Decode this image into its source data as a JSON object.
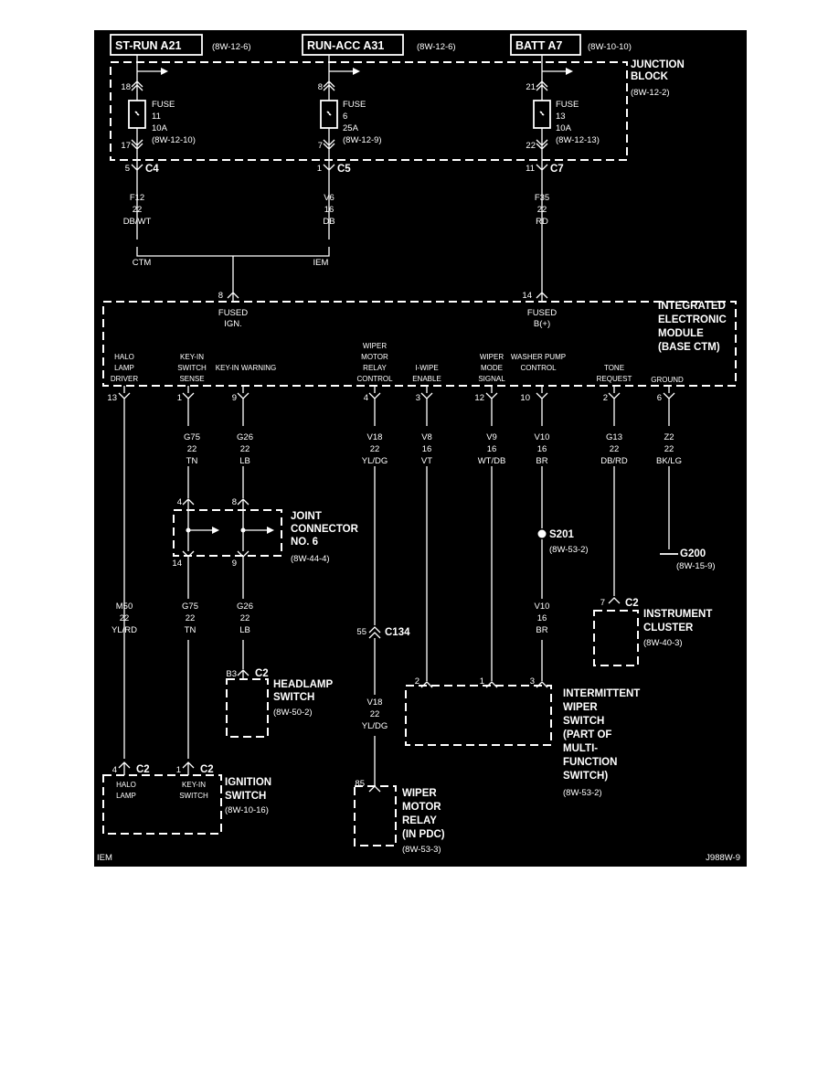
{
  "diagram": {
    "sources": [
      {
        "name": "ST-RUN A21",
        "ref": "(8W-12-6)"
      },
      {
        "name": "RUN-ACC A31",
        "ref": "(8W-12-6)"
      },
      {
        "name": "BATT A7",
        "ref": "(8W-10-10)"
      }
    ],
    "junction_block": {
      "title": "JUNCTION BLOCK",
      "ref": "(8W-12-2)"
    },
    "fuses": [
      {
        "pin_in": "18",
        "label": "FUSE",
        "number": "11",
        "rating": "10A",
        "ref": "(8W-12-10)",
        "pin_out": "17",
        "connector_pin": "5",
        "connector": "C4",
        "wire": "F12",
        "gauge": "22",
        "color": "DB/WT"
      },
      {
        "pin_in": "8",
        "label": "FUSE",
        "number": "6",
        "rating": "25A",
        "ref": "(8W-12-9)",
        "pin_out": "7",
        "connector_pin": "1",
        "connector": "C5",
        "wire": "V6",
        "gauge": "16",
        "color": "DB"
      },
      {
        "pin_in": "21",
        "label": "FUSE",
        "number": "13",
        "rating": "10A",
        "ref": "(8W-12-13)",
        "pin_out": "22",
        "connector_pin": "11",
        "connector": "C7",
        "wire": "F35",
        "gauge": "22",
        "color": "RD"
      }
    ],
    "split": {
      "left": "CTM",
      "right": "IEM"
    },
    "module": {
      "title": "INTEGRATED ELECTRONIC MODULE (BASE CTM)",
      "fused_ign": {
        "pin": "8",
        "label": "FUSED IGN."
      },
      "fused_batt": {
        "pin": "14",
        "label": "FUSED B(+)"
      },
      "pins": [
        {
          "label": "HALO LAMP DRIVER",
          "pin": "13"
        },
        {
          "label": "KEY-IN SWITCH SENSE",
          "pin": "1"
        },
        {
          "label": "KEY-IN WARNING",
          "pin": "9"
        },
        {
          "label": "WIPER MOTOR RELAY CONTROL",
          "pin": "4"
        },
        {
          "label": "I-WIPE ENABLE",
          "pin": "3"
        },
        {
          "label": "WIPER MODE SIGNAL",
          "pin": "12"
        },
        {
          "label": "WASHER PUMP CONTROL",
          "pin": "10"
        },
        {
          "label": "TONE REQUEST",
          "pin": "2"
        },
        {
          "label": "GROUND",
          "pin": "6"
        }
      ]
    },
    "module_wires": [
      {
        "wire": "G75",
        "gauge": "22",
        "color": "TN"
      },
      {
        "wire": "G26",
        "gauge": "22",
        "color": "LB"
      },
      {
        "wire": "V18",
        "gauge": "22",
        "color": "YL/DG"
      },
      {
        "wire": "V8",
        "gauge": "16",
        "color": "VT"
      },
      {
        "wire": "V9",
        "gauge": "16",
        "color": "WT/DB"
      },
      {
        "wire": "V10",
        "gauge": "16",
        "color": "BR"
      },
      {
        "wire": "G13",
        "gauge": "22",
        "color": "DB/RD"
      },
      {
        "wire": "Z2",
        "gauge": "22",
        "color": "BK/LG"
      }
    ],
    "joint_connector": {
      "title": "JOINT CONNECTOR NO. 6",
      "ref": "(8W-44-4)",
      "pins_in": [
        "4",
        "8"
      ],
      "pins_out": [
        "14",
        "9"
      ]
    },
    "lower_wires": [
      {
        "wire": "M50",
        "gauge": "22",
        "color": "YL/RD"
      },
      {
        "wire": "G75",
        "gauge": "22",
        "color": "TN"
      },
      {
        "wire": "G26",
        "gauge": "22",
        "color": "LB"
      },
      {
        "wire": "V10",
        "gauge": "16",
        "color": "BR"
      },
      {
        "wire": "V18",
        "gauge": "22",
        "color": "YL/DG"
      }
    ],
    "splice": {
      "name": "S201",
      "ref": "(8W-53-2)"
    },
    "ground": {
      "name": "G200",
      "ref": "(8W-15-9)"
    },
    "instrument_cluster": {
      "pin": "7",
      "connector": "C2",
      "title": "INSTRUMENT CLUSTER",
      "ref": "(8W-40-3)"
    },
    "c134": {
      "pin": "55",
      "connector": "C134"
    },
    "headlamp_switch": {
      "pin": "B3",
      "connector": "C2",
      "title": "HEADLAMP SWITCH",
      "ref": "(8W-50-2)"
    },
    "wiper_switch": {
      "pins": [
        "2",
        "1",
        "3"
      ],
      "title": "INTERMITTENT WIPER SWITCH (PART OF MULTI-FUNCTION SWITCH)",
      "ref": "(8W-53-2)"
    },
    "ignition_switch": {
      "pin_halo": "4",
      "connector_halo": "C2",
      "pin_keyin": "1",
      "connector_keyin": "C2",
      "halo_label": "HALO LAMP",
      "keyin_label": "KEY-IN SWITCH",
      "title": "IGNITION SWITCH",
      "ref": "(8W-10-16)"
    },
    "wiper_relay": {
      "pin": "85",
      "title": "WIPER MOTOR RELAY (IN PDC)",
      "ref": "(8W-53-3)"
    },
    "footer": {
      "left": "IEM",
      "right": "J988W-9"
    }
  }
}
